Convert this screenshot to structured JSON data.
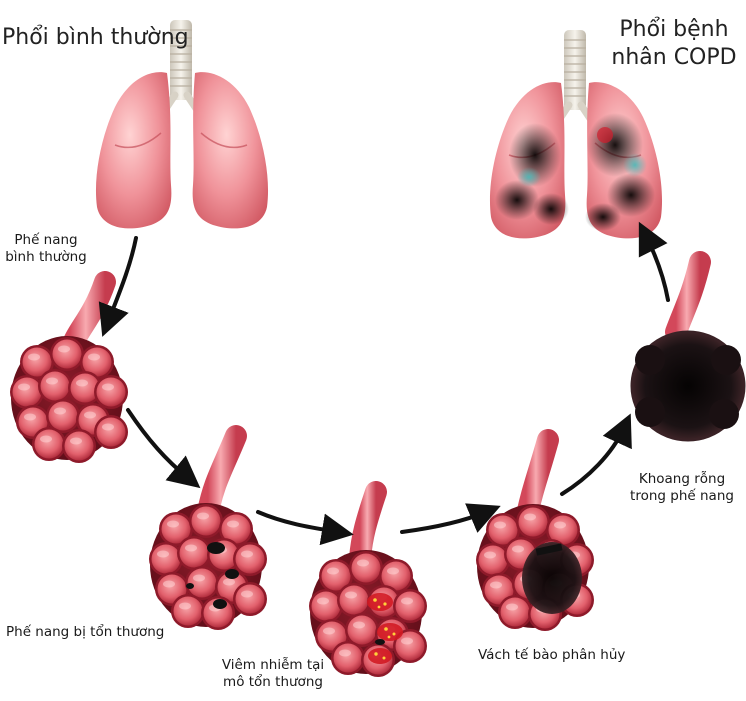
{
  "titles": {
    "normal": "Phổi bình thường",
    "copd_line1": "Phổi bệnh",
    "copd_line2": "nhân COPD"
  },
  "stages": {
    "normal_alveoli": [
      "Phế nang",
      "bình thường"
    ],
    "damaged_alveoli": "Phế nang bị tổn thương",
    "inflammation": [
      "Viêm nhiễm tại",
      "mô tổn thương"
    ],
    "wall_breakdown": "Vách tế bào phân hủy",
    "empty_space": [
      "Khoang rỗng",
      "trong phế nang"
    ]
  },
  "colors": {
    "lung_pink": "#ef8f96",
    "lung_dark": "#d2555f",
    "alveoli_red": "#c63a4a",
    "alveoli_light": "#f07c84",
    "trachea": "#eae6dc",
    "disease_dark": "#1a1214",
    "disease_teal": "#3aa6a8",
    "arrow": "#111111"
  },
  "icons": [
    "normal-lungs-icon",
    "copd-lungs-icon",
    "alveoli-cluster-icon",
    "arrow-icon"
  ]
}
